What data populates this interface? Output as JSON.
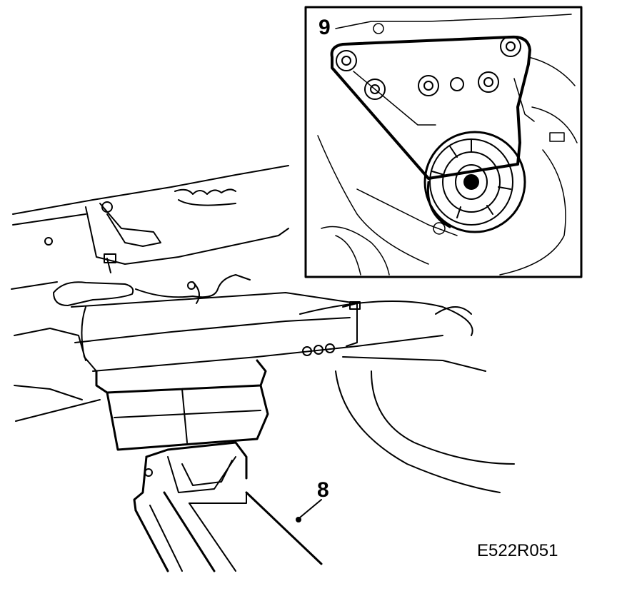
{
  "callouts": {
    "label_9": "9",
    "label_8": "8"
  },
  "figure_code": "E522R051",
  "colors": {
    "line": "#000000",
    "background": "#ffffff"
  }
}
